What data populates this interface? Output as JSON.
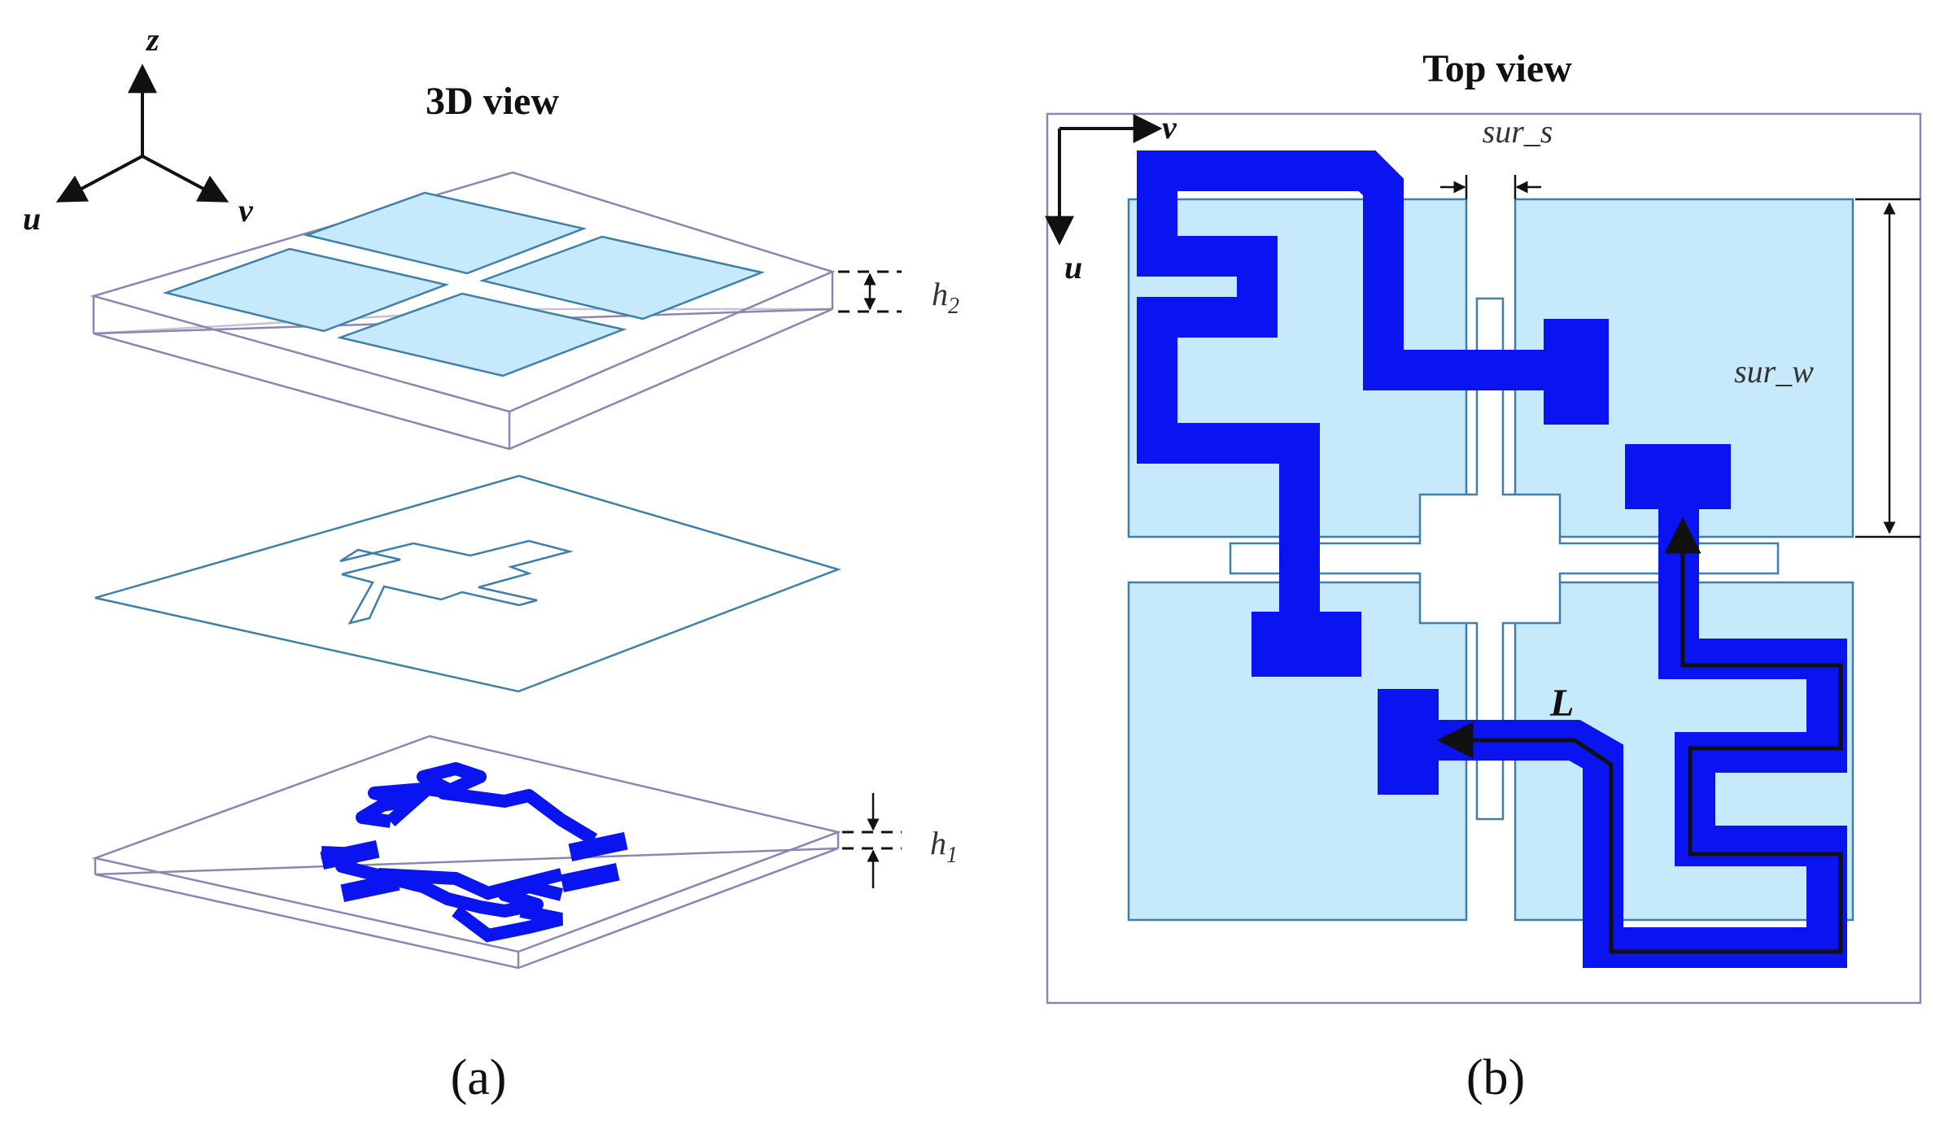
{
  "panel_a": {
    "title": "3D view",
    "caption": "(a)",
    "axes": {
      "z": "z",
      "u": "u",
      "v": "v"
    },
    "dims": {
      "h2": "h",
      "h2_sub": "2",
      "h1": "h",
      "h1_sub": "1"
    }
  },
  "panel_b": {
    "title": "Top view",
    "caption": "(b)",
    "axes": {
      "v": "v",
      "u": "u"
    },
    "dims": {
      "sur_s": "sur_s",
      "sur_w": "sur_w"
    },
    "path_label": "L"
  },
  "colors": {
    "patch_fill": "#c6e9fb",
    "patch_stroke": "#3f7fa8",
    "meander": "#0a14f0",
    "outline": "#8a86b0",
    "ink": "#111111"
  }
}
